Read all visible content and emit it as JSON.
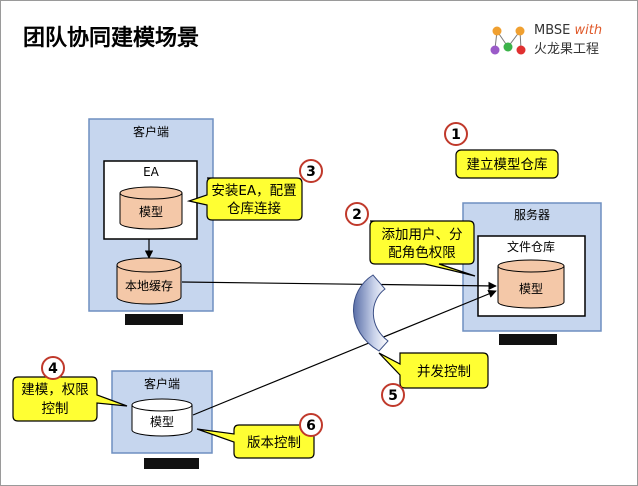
{
  "title": "团队协同建模场景",
  "logo": {
    "line1": "MBSE",
    "line1_accent": "with",
    "line2": "火龙果工程",
    "accent_color": "#e05a2b"
  },
  "client_top": {
    "label": "客户端",
    "ea_label": "EA",
    "model_label": "模型",
    "cache_label": "本地缓存"
  },
  "server": {
    "label": "服务器",
    "repo_label": "文件仓库",
    "model_label": "模型"
  },
  "client_bottom": {
    "label": "客户端",
    "model_label": "模型"
  },
  "callouts": [
    {
      "number": "1",
      "lines": [
        "建立模型仓库"
      ]
    },
    {
      "number": "2",
      "lines": [
        "添加用户、分",
        "配角色权限"
      ]
    },
    {
      "number": "3",
      "lines": [
        "安装EA，配置",
        "仓库连接"
      ]
    },
    {
      "number": "4",
      "lines": [
        "建模，权限",
        "控制"
      ]
    },
    {
      "number": "5",
      "lines": [
        "并发控制"
      ]
    },
    {
      "number": "6",
      "lines": [
        "版本控制"
      ]
    }
  ],
  "colors": {
    "panel_fill": "#c6d6ee",
    "panel_stroke": "#6f8fc0",
    "cylinder_fill": "#f4c8a8",
    "callout_fill": "#ffff33",
    "badge_stroke": "#c0392b"
  }
}
